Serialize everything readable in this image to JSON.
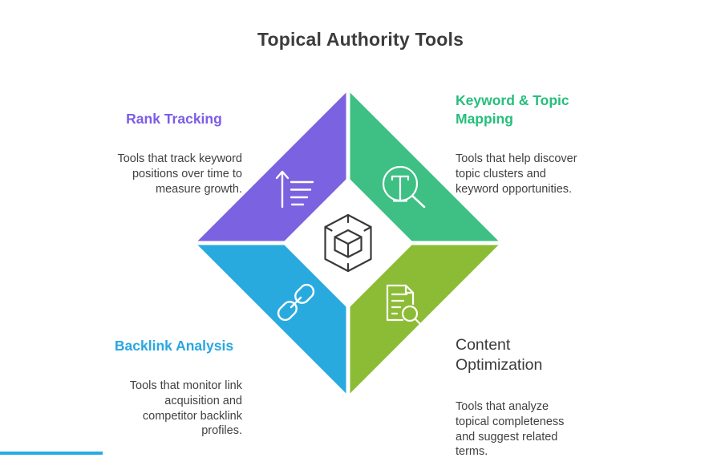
{
  "title": "Topical Authority Tools",
  "quadrants": [
    {
      "id": "rank-tracking",
      "heading_lines": [
        "Rank Tracking"
      ],
      "body_lines": [
        "Tools that track keyword",
        "positions over time to",
        "measure growth."
      ],
      "fill": "#7B62E0",
      "heading_color": "#7C5CE7",
      "icon": "rank-growth-icon"
    },
    {
      "id": "keyword-topic-mapping",
      "heading_lines": [
        "Keyword & Topic",
        "Mapping"
      ],
      "body_lines": [
        "Tools that help discover",
        "topic clusters and",
        "keyword opportunities."
      ],
      "fill": "#3EBF83",
      "heading_color": "#26BE7C",
      "icon": "search-text-icon"
    },
    {
      "id": "backlink-analysis",
      "heading_lines": [
        "Backlink Analysis"
      ],
      "body_lines": [
        "Tools that monitor link",
        "acquisition and",
        "competitor backlink",
        "profiles."
      ],
      "fill": "#29AADF",
      "heading_color": "#29A7E0",
      "icon": "link-icon"
    },
    {
      "id": "content-optimization",
      "heading_lines": [
        "Content",
        "Optimization"
      ],
      "body_lines": [
        "Tools that analyze",
        "topical completeness",
        "and suggest related",
        "terms."
      ],
      "fill": "#8CBC35",
      "heading_color": "#3B3B3B",
      "icon": "document-search-icon"
    }
  ],
  "center": {
    "icon": "cube-icon"
  },
  "accent_line_color": "#29ABE2",
  "text_colors": {
    "title": "#3C3C3C",
    "body": "#414141"
  }
}
